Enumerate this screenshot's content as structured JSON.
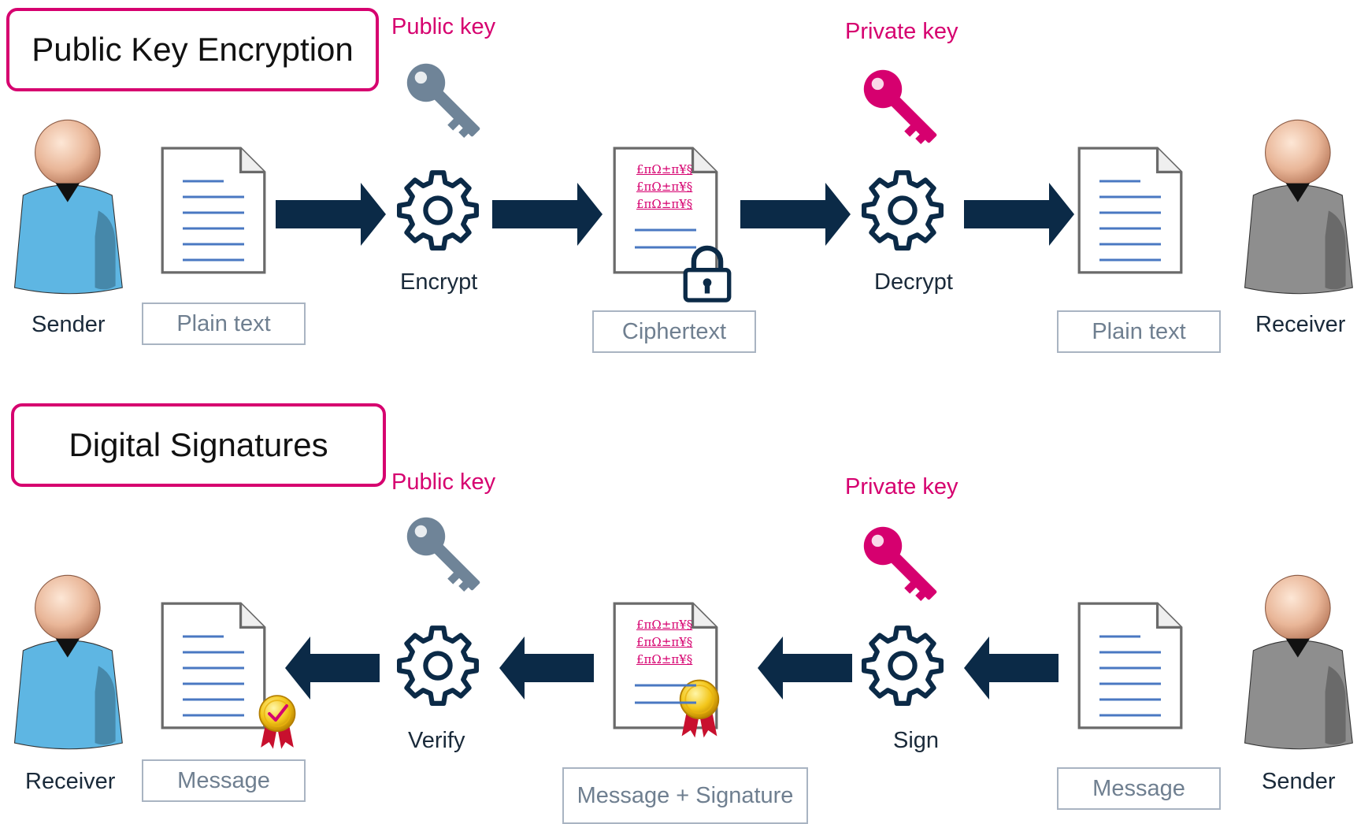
{
  "encryption": {
    "title": "Public Key Encryption",
    "public_key_label": "Public key",
    "private_key_label": "Private key",
    "sender_label": "Sender",
    "receiver_label": "Receiver",
    "encrypt_label": "Encrypt",
    "decrypt_label": "Decrypt",
    "plain_text_left": "Plain text",
    "ciphertext": "Ciphertext",
    "plain_text_right": "Plain text",
    "cipher_lines": [
      "£πΩ±π¥§",
      "£πΩ±π¥§",
      "£πΩ±π¥§"
    ]
  },
  "signatures": {
    "title": "Digital Signatures",
    "public_key_label": "Public key",
    "private_key_label": "Private key",
    "receiver_label": "Receiver",
    "sender_label": "Sender",
    "verify_label": "Verify",
    "sign_label": "Sign",
    "message_left": "Message",
    "message_signature": "Message + Signature",
    "message_right": "Message",
    "cipher_lines": [
      "£πΩ±π¥§",
      "£πΩ±π¥§",
      "£πΩ±π¥§"
    ]
  },
  "colors": {
    "accent": "#d6006f",
    "arrow": "#0b2a47",
    "public_key": "#6f8498",
    "doc_lines": "#4a78c2"
  },
  "icons": {
    "person": "user-icon",
    "document": "document-icon",
    "gear": "gear-icon",
    "key": "key-icon",
    "lock": "lock-icon",
    "seal": "certificate-seal-icon"
  }
}
